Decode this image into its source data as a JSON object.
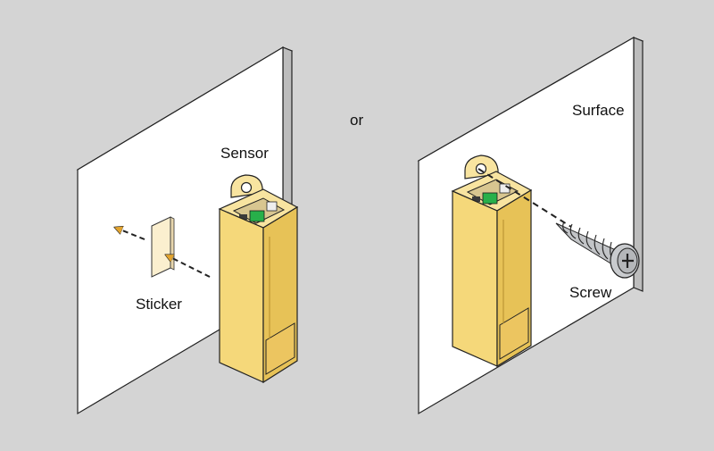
{
  "labels": {
    "sensor": "Sensor",
    "sticker": "Sticker",
    "or": "or",
    "surface": "Surface",
    "screw": "Screw"
  },
  "colors": {
    "background": "#d4d4d4",
    "surface_face": "#ffffff",
    "surface_edge": "#c9c9c9",
    "sensor_front": "#f5d87a",
    "sensor_side": "#e7c257",
    "sensor_top": "#f8e4a0",
    "sticker": "#fbefcf",
    "arrow": "#e3a42f",
    "screw": "#c2c4c7",
    "circuit": "#27b04a"
  },
  "icons": {
    "sticker_arrow": "arrow-left-icon",
    "screw": "screw-icon"
  }
}
